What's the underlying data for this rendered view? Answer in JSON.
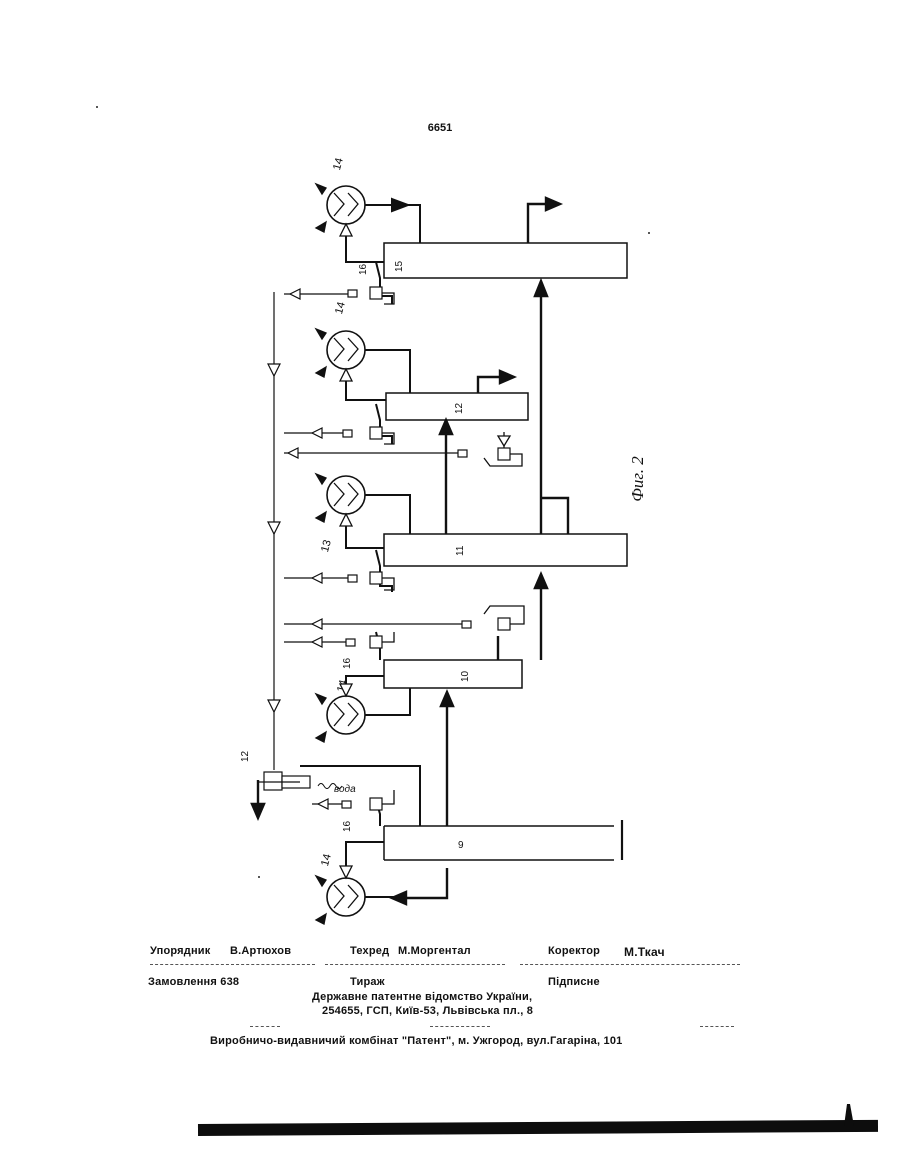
{
  "header": {
    "page_number": "6651"
  },
  "figure": {
    "caption": "Фиг. 2",
    "labels": {
      "col_15": "15",
      "col_12": "12",
      "col_11": "11",
      "col_10": "10",
      "col_9": "9",
      "hx_14": "14",
      "hx_13": "13",
      "valve_16": "16",
      "node_12": "12",
      "water": "вода"
    }
  },
  "credits": {
    "compiler_label": "Упорядник",
    "compiler_name": "В.Артюхов",
    "techred_label": "Техред",
    "techred_name": "М.Моргентал",
    "corrector_label": "Коректор",
    "corrector_name": "М.Ткач",
    "order": "Замовлення 638",
    "circulation": "Тираж",
    "subscription": "Підписне",
    "office_name": "Державне патентне відомство України,",
    "office_address": "254655, ГСП, Київ-53, Львівська пл., 8",
    "publisher": "Виробничо-видавничий комбінат  \"Патент\", м. Ужгород, вул.Гагаріна, 101"
  },
  "colors": {
    "ink": "#111111",
    "paper": "#ffffff"
  }
}
